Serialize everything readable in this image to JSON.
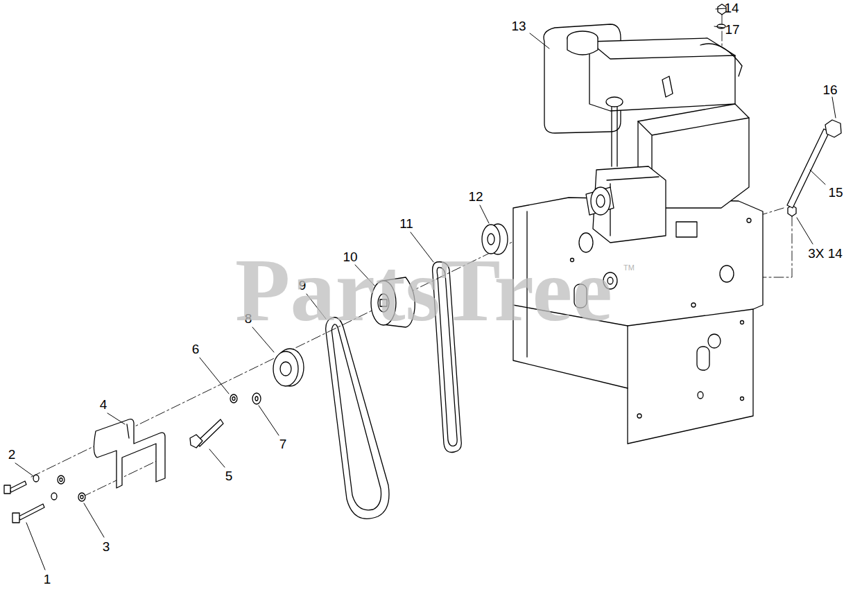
{
  "diagram": {
    "labels": [
      "13",
      "14",
      "17",
      "16",
      "15",
      "3X 14",
      "12",
      "11",
      "10",
      "9",
      "8",
      "6",
      "4",
      "2",
      "3",
      "1",
      "5",
      "7",
      "PartsTree",
      "TM"
    ]
  }
}
